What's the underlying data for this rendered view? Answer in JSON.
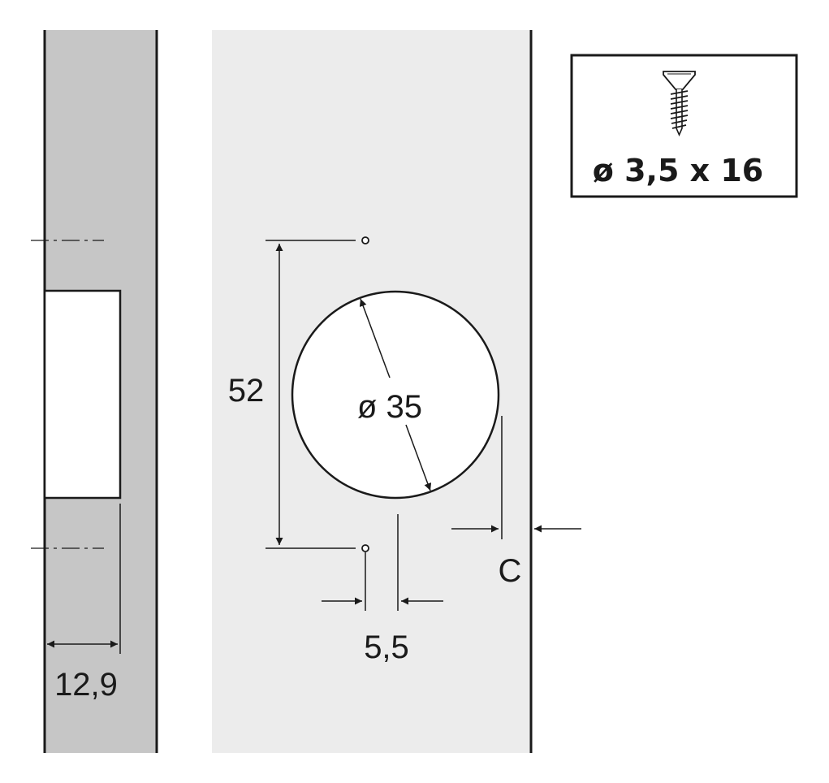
{
  "labels": {
    "edge_dist": "12,9",
    "hole_spacing": "52",
    "cup_diameter": "ø 35",
    "offset": "5,5",
    "distance_c": "C"
  },
  "screw": {
    "spec": "ø 3,5 x 16",
    "icon": "countersunk-screw-icon"
  },
  "colors": {
    "side_panel": "#c6c6c6",
    "front_panel": "#ececec",
    "line": "#1a1a1a"
  }
}
